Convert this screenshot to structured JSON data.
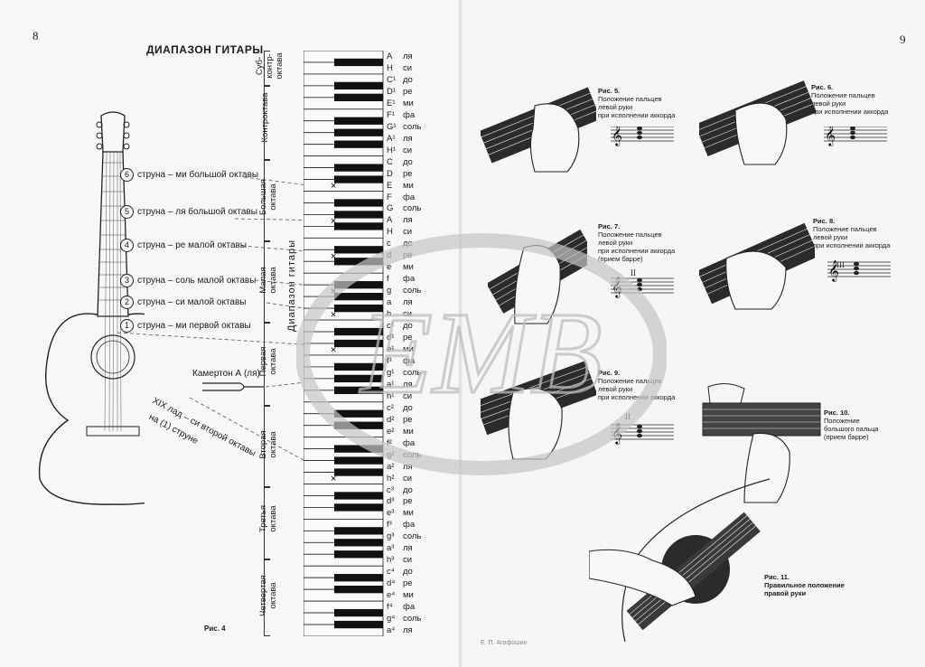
{
  "left_page": {
    "page_number": "8",
    "title": "ДИАПАЗОН ГИТАРЫ",
    "figure_label": "Рис. 4",
    "octaves": [
      {
        "label": "Суб-\nконтр-\nоктава"
      },
      {
        "label": "Контроктава"
      },
      {
        "label": "Большая\nоктава"
      },
      {
        "label": "Малая\nоктава"
      },
      {
        "label": "Первая\nоктава"
      },
      {
        "label": "Вторая\nоктава"
      },
      {
        "label": "Третья\nоктава"
      },
      {
        "label": "Четвертая\nоктава"
      }
    ],
    "range_label": "Диапазон гитары",
    "strings": [
      {
        "num": "6",
        "text": "струна – ми большой октавы"
      },
      {
        "num": "5",
        "text": "струна – ля большой октавы"
      },
      {
        "num": "4",
        "text": "струна – ре малой октавы"
      },
      {
        "num": "3",
        "text": "струна – соль малой октавы"
      },
      {
        "num": "2",
        "text": "струна – си малой октавы"
      },
      {
        "num": "1",
        "text": "струна – ми первой октавы"
      }
    ],
    "tuning_fork_label": "Камертон А (ля)",
    "fret_note": "XIX лад – си второй октавы",
    "fret_note2": "на (1) струне",
    "notes": [
      {
        "lat": "A",
        "rus": "ля"
      },
      {
        "lat": "H",
        "rus": "си"
      },
      {
        "lat": "C¹",
        "rus": "до"
      },
      {
        "lat": "D¹",
        "rus": "ре"
      },
      {
        "lat": "E¹",
        "rus": "ми"
      },
      {
        "lat": "F¹",
        "rus": "фа"
      },
      {
        "lat": "G¹",
        "rus": "соль"
      },
      {
        "lat": "A¹",
        "rus": "ля"
      },
      {
        "lat": "H¹",
        "rus": "си"
      },
      {
        "lat": "C",
        "rus": "до"
      },
      {
        "lat": "D",
        "rus": "ре"
      },
      {
        "lat": "E",
        "rus": "ми"
      },
      {
        "lat": "F",
        "rus": "фа"
      },
      {
        "lat": "G",
        "rus": "соль"
      },
      {
        "lat": "A",
        "rus": "ля"
      },
      {
        "lat": "H",
        "rus": "си"
      },
      {
        "lat": "c",
        "rus": "до"
      },
      {
        "lat": "d",
        "rus": "ре"
      },
      {
        "lat": "e",
        "rus": "ми"
      },
      {
        "lat": "f",
        "rus": "фа"
      },
      {
        "lat": "g",
        "rus": "соль"
      },
      {
        "lat": "a",
        "rus": "ля"
      },
      {
        "lat": "h",
        "rus": "си"
      },
      {
        "lat": "c¹",
        "rus": "до"
      },
      {
        "lat": "d¹",
        "rus": "ре"
      },
      {
        "lat": "e¹",
        "rus": "ми"
      },
      {
        "lat": "f¹",
        "rus": "фа"
      },
      {
        "lat": "g¹",
        "rus": "соль"
      },
      {
        "lat": "a¹",
        "rus": "ля"
      },
      {
        "lat": "h¹",
        "rus": "си"
      },
      {
        "lat": "c²",
        "rus": "до"
      },
      {
        "lat": "d²",
        "rus": "ре"
      },
      {
        "lat": "e²",
        "rus": "ми"
      },
      {
        "lat": "f²",
        "rus": "фа"
      },
      {
        "lat": "g²",
        "rus": "соль"
      },
      {
        "lat": "a²",
        "rus": "ля"
      },
      {
        "lat": "h²",
        "rus": "си"
      },
      {
        "lat": "c³",
        "rus": "до"
      },
      {
        "lat": "d³",
        "rus": "ре"
      },
      {
        "lat": "e³",
        "rus": "ми"
      },
      {
        "lat": "f³",
        "rus": "фа"
      },
      {
        "lat": "g³",
        "rus": "соль"
      },
      {
        "lat": "a³",
        "rus": "ля"
      },
      {
        "lat": "h³",
        "rus": "си"
      },
      {
        "lat": "c⁴",
        "rus": "до"
      },
      {
        "lat": "d⁴",
        "rus": "ре"
      },
      {
        "lat": "e⁴",
        "rus": "ми"
      },
      {
        "lat": "f⁴",
        "rus": "фа"
      },
      {
        "lat": "g⁴",
        "rus": "соль"
      },
      {
        "lat": "a⁴",
        "rus": "ля"
      }
    ]
  },
  "right_page": {
    "page_number": "9",
    "footer": "Е. П. Агафошин",
    "figures": [
      {
        "label": "Рис. 5.",
        "lines": [
          "Положение пальцев",
          "левой руки",
          "при исполнении аккорда"
        ]
      },
      {
        "label": "Рис. 6.",
        "lines": [
          "Положение пальцев",
          "левой руки",
          "при исполнении аккорда"
        ]
      },
      {
        "label": "Рис. 7.",
        "lines": [
          "Положение пальцев",
          "левой руки",
          "при исполнении аккорда",
          "(прием барре)"
        ],
        "roman": "II"
      },
      {
        "label": "Рис. 8.",
        "lines": [
          "Положение пальцев",
          "левой руки",
          "при исполнении аккорда"
        ],
        "roman": "III"
      },
      {
        "label": "Рис. 9.",
        "lines": [
          "Положение пальцев",
          "левой руки",
          "при исполнении аккорда"
        ],
        "roman": "II"
      },
      {
        "label": "Рис. 10.",
        "lines": [
          "Положение",
          "большого пальца",
          "(прием барре)"
        ]
      },
      {
        "label": "Рис. 11.",
        "lines": [
          "Правильное положение",
          "правой руки"
        ]
      }
    ]
  },
  "watermark": "EMB",
  "colors": {
    "paper": "#f7f7f5",
    "ink": "#1a1a1a",
    "watermark": "#c8c8c8"
  }
}
